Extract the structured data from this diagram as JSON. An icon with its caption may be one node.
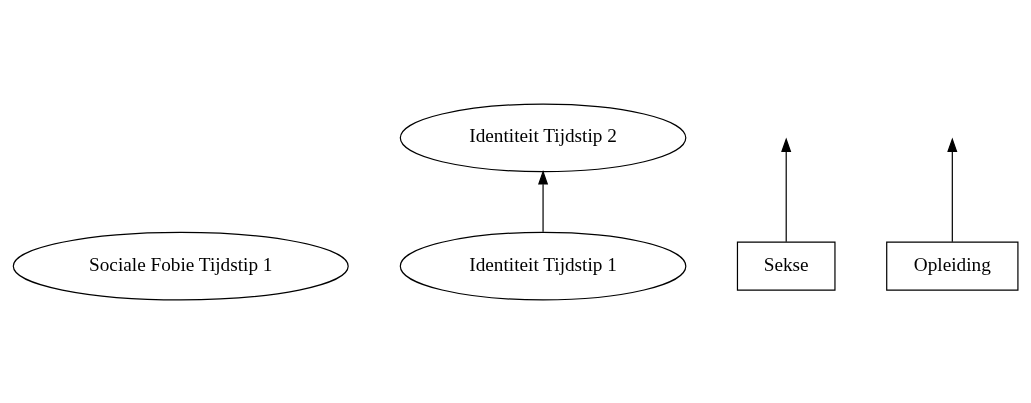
{
  "diagram": {
    "nodes": [
      {
        "text": [
          "Sociale Fobie Tijdstip 1"
        ]
      },
      {
        "text": [
          "Identiteit Tijdstip 2"
        ]
      },
      {
        "text": [
          "Identiteit Tijdstip 1"
        ]
      },
      {
        "text": [
          "Sekse"
        ]
      },
      {
        "text": [
          "Opleiding"
        ]
      }
    ],
    "edges": [
      {
        "from": 2,
        "to": 1,
        "arrow": "to"
      },
      {
        "from": 3,
        "to": null,
        "arrow": "to"
      },
      {
        "from": 4,
        "to": null,
        "arrow": "to"
      }
    ]
  }
}
